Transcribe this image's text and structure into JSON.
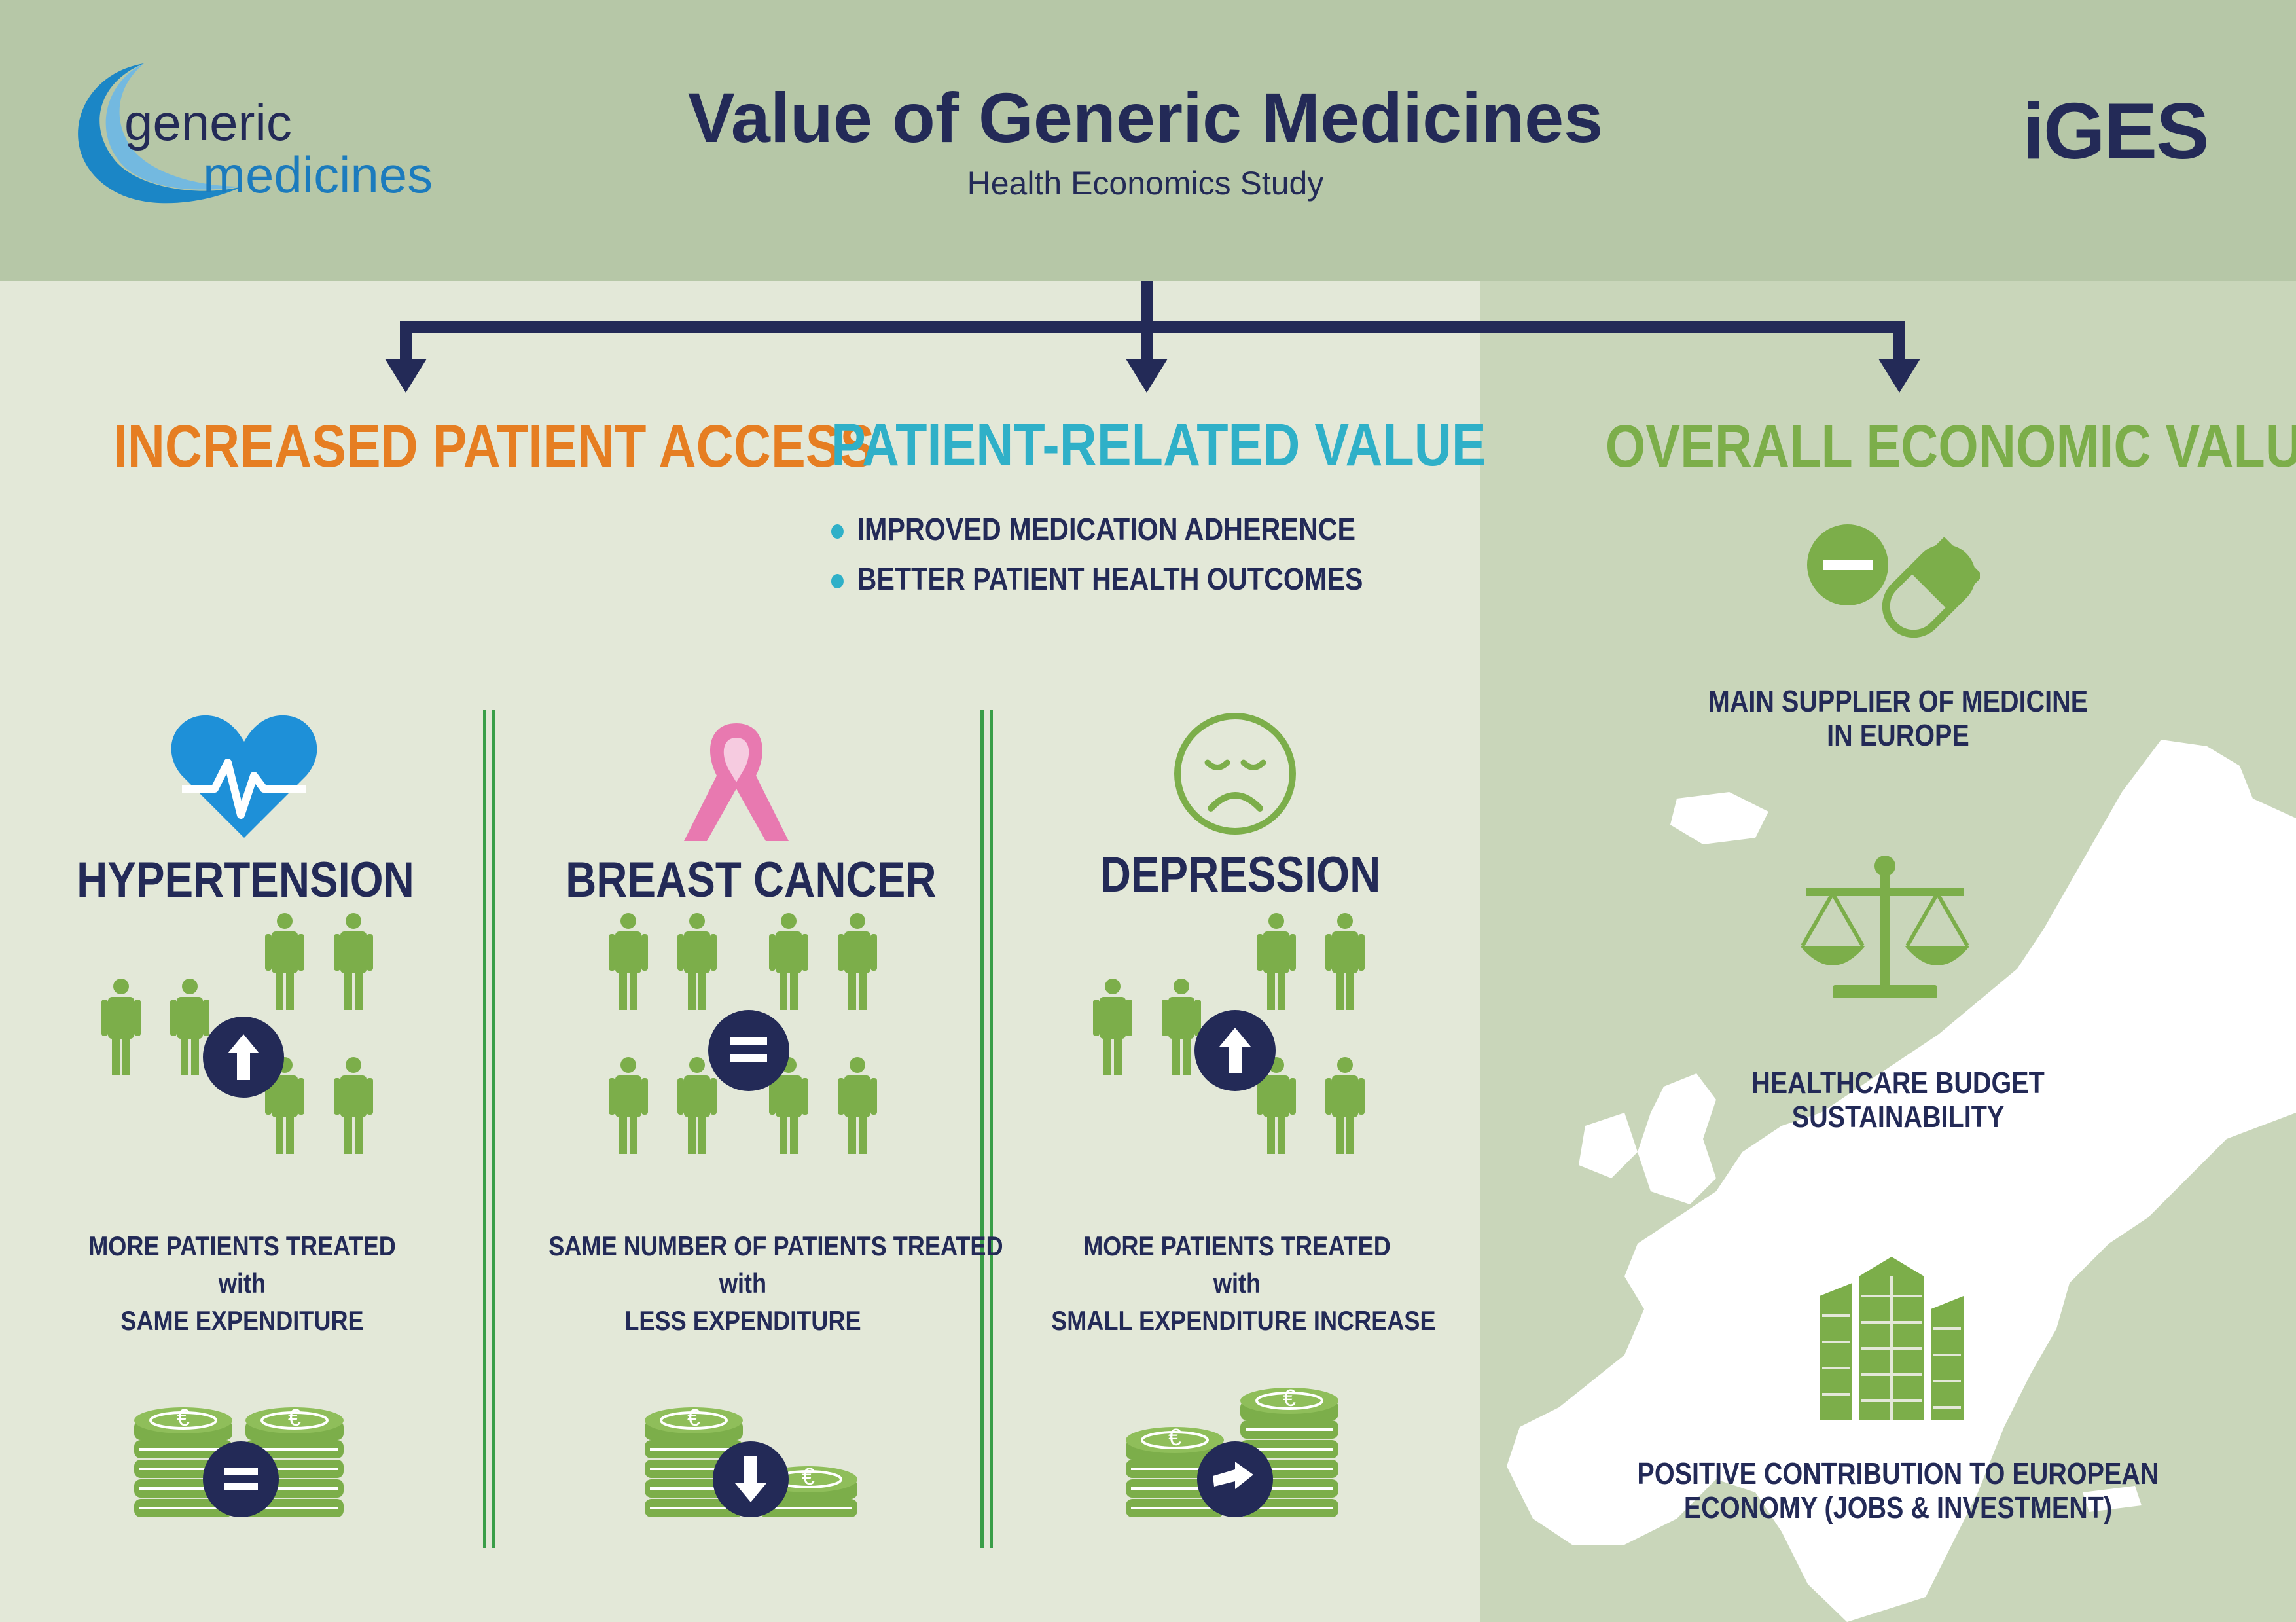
{
  "header": {
    "logo_left_line1": "generic",
    "logo_left_line2": "medicines",
    "title": "Value of Generic Medicines",
    "subtitle": "Health Economics Study",
    "logo_right": "iGES"
  },
  "sections": {
    "access": {
      "title": "INCREASED PATIENT ACCESS",
      "color": "#e67e22"
    },
    "patient": {
      "title": "PATIENT-RELATED VALUE",
      "color": "#2fb0c8",
      "bullets": [
        "IMPROVED MEDICATION ADHERENCE",
        "BETTER PATIENT HEALTH OUTCOMES"
      ]
    },
    "economic": {
      "title": "OVERALL ECONOMIC VALUE",
      "color": "#7cae4a"
    }
  },
  "diseases": [
    {
      "name": "HYPERTENSION",
      "caption_line1": "MORE PATIENTS TREATED",
      "caption_line2": "with",
      "caption_line3": "SAME EXPENDITURE"
    },
    {
      "name": "BREAST CANCER",
      "caption_line1": "SAME NUMBER OF PATIENTS TREATED",
      "caption_line2": "with",
      "caption_line3": "LESS EXPENDITURE"
    },
    {
      "name": "DEPRESSION",
      "caption_line1": "MORE PATIENTS TREATED",
      "caption_line2": "with",
      "caption_line3": "SMALL EXPENDITURE INCREASE"
    }
  ],
  "economic_items": [
    {
      "line1": "MAIN SUPPLIER OF MEDICINE",
      "line2": "IN EUROPE"
    },
    {
      "line1": "HEALTHCARE BUDGET",
      "line2": "SUSTAINABILITY"
    },
    {
      "line1": "POSITIVE CONTRIBUTION TO EUROPEAN",
      "line2": "ECONOMY (JOBS & INVESTMENT)"
    }
  ],
  "icons": {
    "heart": "heartbeat-icon",
    "ribbon": "pink-ribbon-icon",
    "sad": "sad-face-icon",
    "pill": "pill-icon",
    "scale": "balance-scale-icon",
    "buildings": "buildings-icon",
    "euro": "€",
    "equals": "=",
    "up": "arrow-up",
    "down": "arrow-down",
    "right": "arrow-right"
  },
  "colors": {
    "navy": "#232a57",
    "green": "#7cae4a",
    "orange": "#e67e22",
    "cyan": "#2fb0c8",
    "blue": "#1e90d8",
    "pink": "#e879b0",
    "header_bg": "#b6c7a7"
  }
}
